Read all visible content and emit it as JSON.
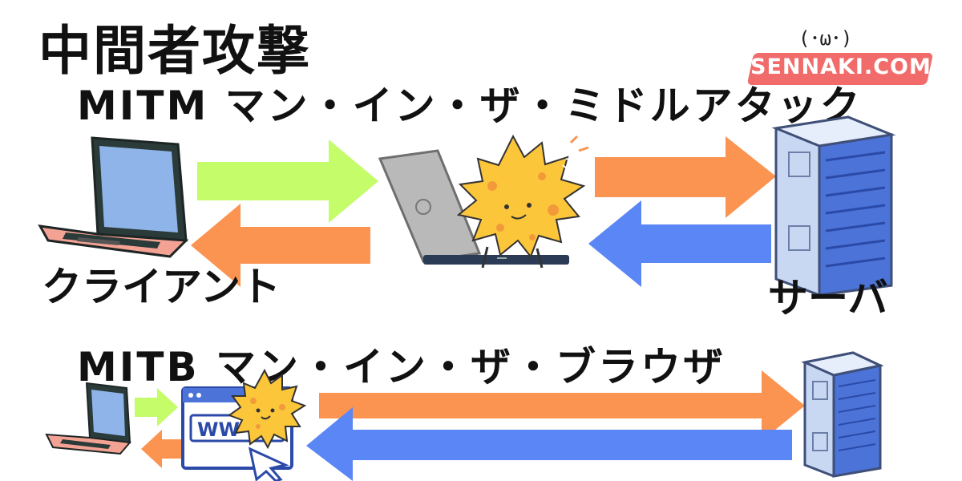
{
  "title": "中間者攻撃",
  "sections": {
    "mitm": {
      "label": "MITM マン・イン・ザ・ミドルアタック"
    },
    "mitb": {
      "label": "MITB マン・イン・ザ・ブラウザ"
    }
  },
  "labels": {
    "client": "クライアント",
    "server": "サーバ"
  },
  "brand": {
    "text": "SENNAKI.COM",
    "face": "(･ω･)"
  },
  "browser": {
    "address_text": "WW"
  },
  "colors": {
    "arrow_green": "#c4fc6a",
    "arrow_orange": "#fb9451",
    "arrow_blue": "#5b86f5",
    "virus_body": "#fcc63a",
    "virus_spots": "#f29a3a",
    "laptop_screen": "#8fb4ea",
    "laptop_body": "#f4a294",
    "server_body": "#dbe6f7",
    "server_rack": "#4b73d8",
    "brand_band": "#f26b6b"
  },
  "icons": [
    "laptop-icon",
    "server-icon",
    "virus-icon",
    "browser-window-icon",
    "cursor-icon",
    "right-arrow",
    "left-arrow"
  ]
}
